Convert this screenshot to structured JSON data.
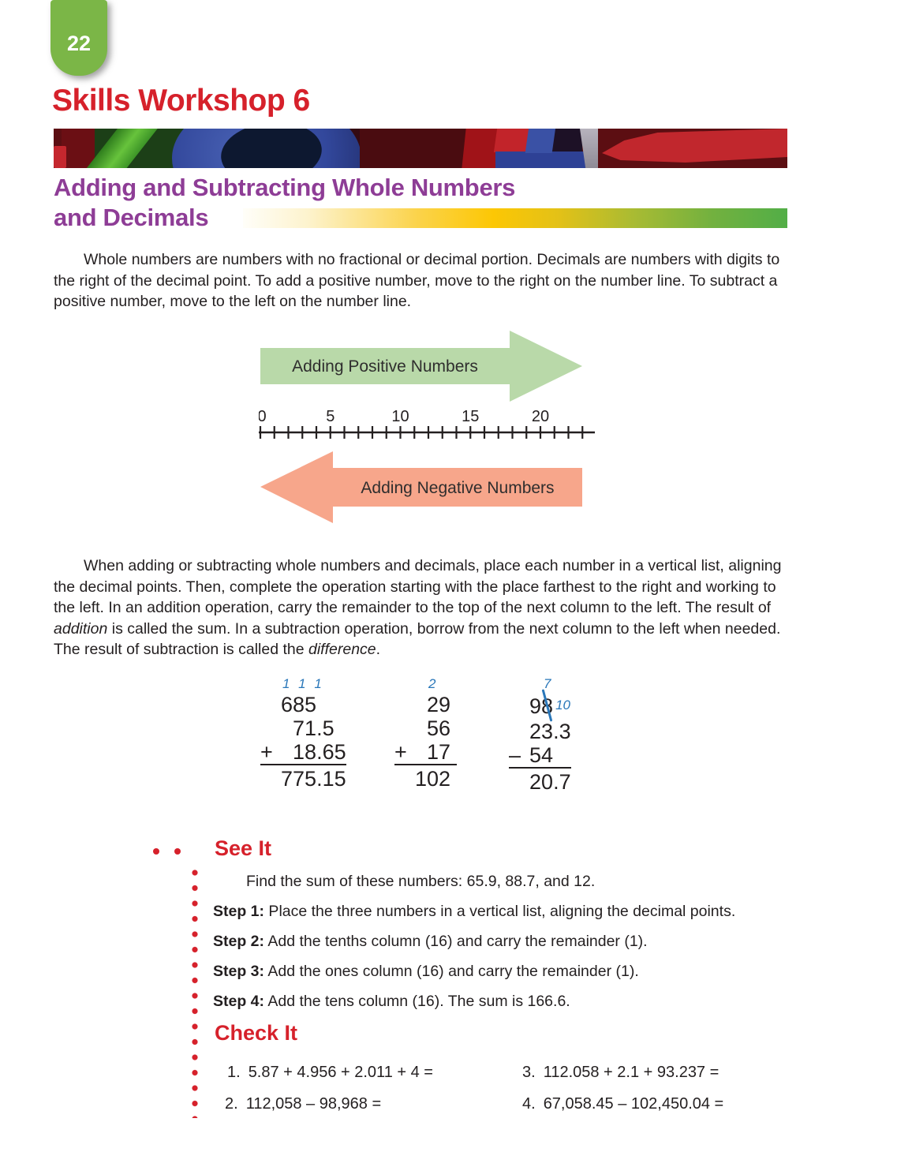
{
  "colors": {
    "accent_red": "#d6212b",
    "heading_purple": "#8e3d96",
    "tab_green": "#7bb647",
    "carry_blue": "#2a77b9",
    "arrow_green": "#b9d9a9",
    "arrow_salmon": "#f7a68b"
  },
  "page": {
    "number": "22",
    "title": "Skills Workshop 6"
  },
  "heading": {
    "line1": "Adding and Subtracting Whole Numbers",
    "line2": "and Decimals"
  },
  "intro": "Whole numbers are numbers with no fractional or decimal portion. Decimals are numbers with digits to the right of the decimal point. To add a positive number, move to the right on the number line. To subtract a positive number, move to the left on the number line.",
  "diagram": {
    "positive_label": "Adding Positive Numbers",
    "negative_label": "Adding Negative Numbers",
    "tick_labels": [
      "0",
      "5",
      "10",
      "15",
      "20"
    ]
  },
  "body2": {
    "part1": "When adding or subtracting whole numbers and decimals, place each number in a vertical list, aligning the decimal points. Then, complete the operation starting with the place farthest to the right and working to the left. In an addition operation, carry the remainder to the top of the next column to the left. The result of ",
    "italic1": "addition",
    "part2": " is called the sum. In a subtraction operation, borrow from the next column to the left when needed. The result of subtraction is called the ",
    "italic2": "difference",
    "part3": "."
  },
  "examples": [
    {
      "carry": "1 1 1",
      "rows": [
        {
          "sign": "",
          "int": "685",
          "frac": ""
        },
        {
          "sign": "",
          "int": "71",
          "frac": ".5"
        },
        {
          "sign": "+",
          "int": "18",
          "frac": ".65"
        }
      ],
      "result": {
        "int": "775",
        "frac": ".15"
      }
    },
    {
      "carry": "2",
      "rows": [
        {
          "sign": "",
          "int": "29",
          "frac": ""
        },
        {
          "sign": "",
          "int": "56",
          "frac": ""
        },
        {
          "sign": "+",
          "int": "17",
          "frac": ""
        }
      ],
      "result": {
        "int": "102",
        "frac": ""
      }
    },
    {
      "carry": "7",
      "first_row": {
        "digit_a": "9",
        "digit_b": "8",
        "borrow_note": "10"
      },
      "rows": [
        {
          "sign": "",
          "int": "23",
          "frac": ".3"
        },
        {
          "sign": "–",
          "int": "54",
          "frac": ""
        }
      ],
      "result": {
        "int": "20",
        "frac": ".7"
      }
    }
  ],
  "see_it": {
    "title": "See It",
    "intro": "Find the sum of these numbers: 65.9, 88.7, and 12.",
    "steps": [
      {
        "label": "Step 1:",
        "text": " Place the three numbers in a vertical list, aligning the decimal points."
      },
      {
        "label": "Step 2:",
        "text": " Add the tenths column (16) and carry the remainder (1)."
      },
      {
        "label": "Step 3:",
        "text": " Add the ones column (16) and carry the remainder (1)."
      },
      {
        "label": "Step 4:",
        "text": " Add the tens column (16). The sum is 166.6."
      }
    ]
  },
  "check_it": {
    "title": "Check It",
    "problems": [
      {
        "num": "1.",
        "text": "5.87 + 4.956 + 2.011 + 4 ="
      },
      {
        "num": "2.",
        "text": "112,058 – 98,968 ="
      },
      {
        "num": "3.",
        "text": "112.058 + 2.1 + 93.237 ="
      },
      {
        "num": "4.",
        "text": "67,058.45 – 102,450.04 ="
      }
    ]
  }
}
